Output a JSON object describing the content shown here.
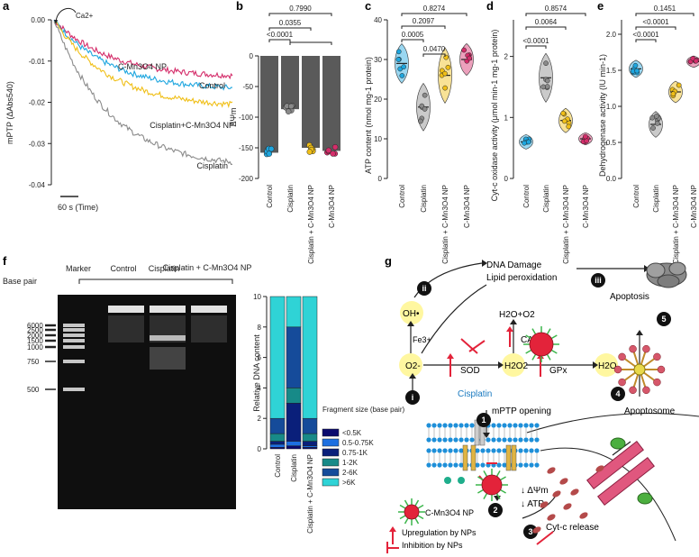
{
  "colors": {
    "control": "#1ea6df",
    "cisplatin": "#8a8a8a",
    "combo": "#f0bf17",
    "np": "#d42d6a",
    "bar": "#5a5a5a",
    "red": "#e3233a",
    "gel_bg": "#0f0f0f"
  },
  "panels": {
    "a": "a",
    "b": "b",
    "c": "c",
    "d": "d",
    "e": "e",
    "f": "f",
    "g": "g"
  },
  "chart_data": [
    {
      "id": "a",
      "type": "line",
      "ylabel": "mPTP (ΔAbs540)",
      "ylim": [
        -0.04,
        0.0
      ],
      "yticks": [
        "0.00",
        "-0.01",
        "-0.02",
        "-0.03",
        "-0.04"
      ],
      "scalebar_label": "60 s (Time)",
      "annotation": "Ca2+",
      "series": [
        {
          "name": "C-Mn3O4 NP",
          "color": "#d42d6a",
          "final": -0.0135
        },
        {
          "name": "Control",
          "color": "#1ea6df",
          "final": -0.0165
        },
        {
          "name": "Cisplatin+C-Mn3O4 NP",
          "color": "#f0bf17",
          "final": -0.0205
        },
        {
          "name": "Cisplatin",
          "color": "#8a8a8a",
          "final": -0.0345
        }
      ]
    },
    {
      "id": "b",
      "type": "bar",
      "ylabel": "ΔΨm",
      "ylim": [
        -200,
        0
      ],
      "yticks": [
        "0",
        "-50",
        "-100",
        "-150",
        "-200"
      ],
      "categories": [
        "Control",
        "Cisplatin",
        "Cisplatin + C-Mn3O4 NP",
        "C-Mn3O4 NP"
      ],
      "values": [
        -158,
        -87,
        -150,
        -155
      ],
      "pvalues": [
        "0.7990",
        "0.0355",
        "<0.0001"
      ]
    },
    {
      "id": "c",
      "type": "violin",
      "ylabel": "ATP content (nmol mg-1 protein)",
      "ylim": [
        0,
        40
      ],
      "yticks": [
        "0",
        "10",
        "20",
        "30",
        "40"
      ],
      "categories": [
        "Control",
        "Cisplatin",
        "Cisplatin + C-Mn3O4 NP",
        "C-Mn3O4 NP"
      ],
      "medians": [
        29,
        18,
        26,
        30
      ],
      "pvalues": [
        "0.8274",
        "0.2097",
        "0.0005",
        "0.0470"
      ]
    },
    {
      "id": "d",
      "type": "violin",
      "ylabel": "Cyt-c oxidase activity (μmol min-1 mg-1 protein)",
      "ylim": [
        0,
        2.6
      ],
      "yticks": [
        "0",
        "1",
        "2"
      ],
      "categories": [
        "Control",
        "Cisplatin",
        "Cisplatin + C-Mn3O4 NP",
        "C-Mn3O4 NP"
      ],
      "medians": [
        0.6,
        1.65,
        0.95,
        0.65
      ],
      "pvalues": [
        "0.8574",
        "0.0064",
        "<0.0001"
      ]
    },
    {
      "id": "e",
      "type": "violin",
      "ylabel": "Dehydrogenase activity (IU min-1)",
      "ylim": [
        0,
        2.2
      ],
      "yticks": [
        "0.0",
        "0.5",
        "1.0",
        "1.5",
        "2.0"
      ],
      "categories": [
        "Control",
        "Cisplatin",
        "Cisplatin + C-Mn3O4 NP",
        "C-Mn3O4 NP"
      ],
      "medians": [
        1.52,
        0.75,
        1.2,
        1.62
      ],
      "pvalues": [
        "0.1451",
        "<0.0001",
        "<0.0001"
      ]
    },
    {
      "id": "f",
      "type": "stacked-bar",
      "ylabel": "Relative DNA content",
      "ylim": [
        0,
        10
      ],
      "yticks": [
        "0",
        "2",
        "4",
        "6",
        "8",
        "10"
      ],
      "categories": [
        "Control",
        "Cisplatin",
        "Cisplatin + C-Mn3O4 NP"
      ],
      "legend_title": "Fragment size (base pair)",
      "series": [
        {
          "name": "<0.5K",
          "color": "#0a0a6e",
          "values": [
            0.1,
            0.2,
            0.1
          ]
        },
        {
          "name": "0.5-0.75K",
          "color": "#1d6fe0",
          "values": [
            0.2,
            0.3,
            0.1
          ]
        },
        {
          "name": "0.75-1K",
          "color": "#0a1f7a",
          "values": [
            0.2,
            2.5,
            0.3
          ]
        },
        {
          "name": "1-2K",
          "color": "#178a88",
          "values": [
            0.5,
            1.0,
            0.5
          ]
        },
        {
          "name": "2-6K",
          "color": "#154b9a",
          "values": [
            1.0,
            4.0,
            1.0
          ]
        },
        {
          "name": ">6K",
          "color": "#2fd3d6",
          "values": [
            8.0,
            2.0,
            8.0
          ]
        }
      ]
    }
  ],
  "gel": {
    "lane_labels": [
      "Marker",
      "Control",
      "Cisplatin",
      "Cisplatin + C-Mn3O4 NP"
    ],
    "base_pair_label": "Base pair",
    "ladder": [
      "6000",
      "2500",
      "2000",
      "1500",
      "1000",
      "750",
      "500"
    ]
  },
  "diagram": {
    "dna_damage": "DNA Damage",
    "lipid": "Lipid peroxidation",
    "apoptosis": "Apoptosis",
    "apoptosome": "Apoptosome",
    "oh": "OH•",
    "fe": "Fe3+",
    "o2": "O2-",
    "h2o2": "H2O2",
    "h2o": "H2O",
    "h2o_o2": "H2O+O2",
    "sod": "SOD",
    "cat": "CAT",
    "gpx": "GPx",
    "cisplatin": "Cisplatin",
    "mptp": "mPTP opening",
    "dpsi": "↓ ΔΨm",
    "atp": "↓ ATP",
    "cytc": "Cyt-c release",
    "legend_np": "C-Mn3O4 NP",
    "legend_up": "Upregulation by NPs",
    "legend_inh": "Inhibition by NPs",
    "step_i": "i",
    "step_ii": "ii",
    "step_iii": "iii",
    "step_1": "1",
    "step_2": "2",
    "step_3": "3",
    "step_4": "4",
    "step_5": "5"
  }
}
